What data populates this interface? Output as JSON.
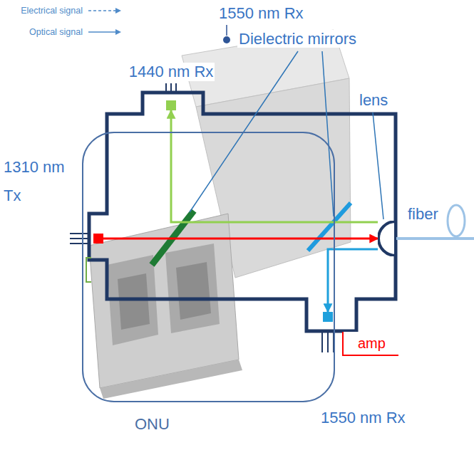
{
  "diagram": {
    "nodes": [
      {
        "text": [
          "ONU"
        ]
      },
      {
        "text": [
          "1440 nm Rx"
        ]
      },
      {
        "text": [
          "1310 nm Tx"
        ]
      },
      {
        "text": [
          "lens"
        ]
      },
      {
        "text": [
          "1550 nm Rx"
        ]
      },
      {
        "text": [
          "amp"
        ]
      }
    ],
    "edges": [
      {
        "from": 2,
        "to": 3,
        "arrow": "to"
      },
      {
        "from": 3,
        "to": 1,
        "arrow": "to"
      },
      {
        "from": 3,
        "to": 4,
        "arrow": "to"
      }
    ],
    "labels": [
      "1550 nm Rx",
      "Dielectric mirrors",
      "fiber"
    ],
    "legend": [
      {
        "text": "Electrical signal"
      },
      {
        "text": "Optical signal"
      }
    ]
  }
}
